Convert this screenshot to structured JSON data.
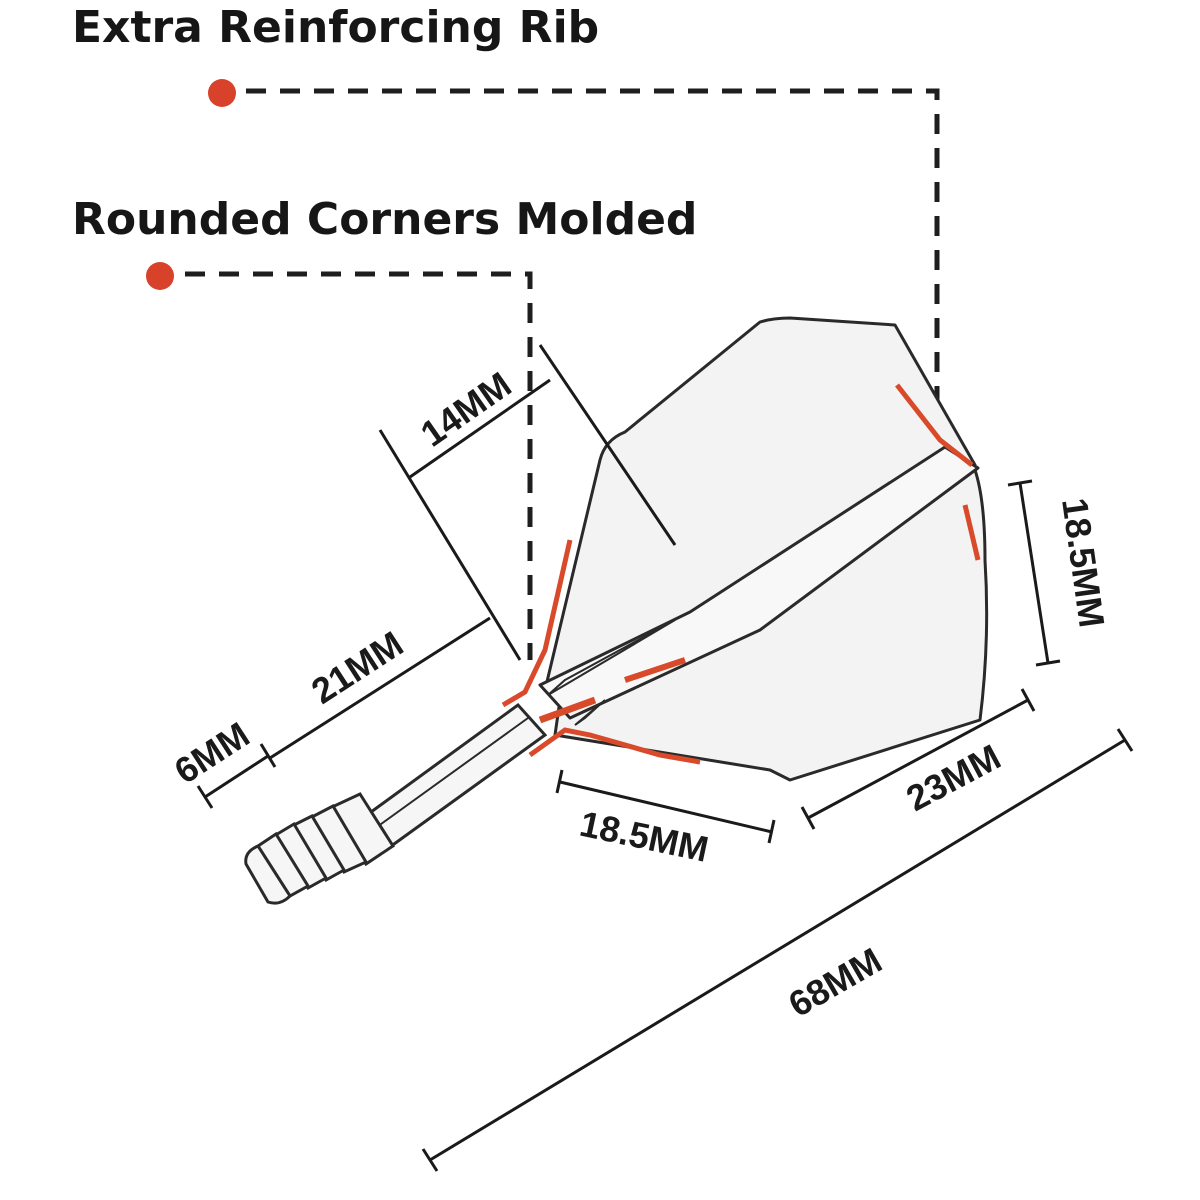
{
  "callouts": {
    "rib": "Extra Reinforcing Rib",
    "corners": "Rounded Corners Molded"
  },
  "dimensions": {
    "shaft_top": "14MM",
    "shaft_length": "21MM",
    "thread": "6MM",
    "flight_height": "18.5MM",
    "flight_base": "18.5MM",
    "flight_tail": "23MM",
    "overall": "68MM"
  },
  "colors": {
    "accent": "#d94a2a",
    "marker": "#d8412a",
    "outline": "#2a2a2a",
    "fill": "#f3f3f3"
  }
}
